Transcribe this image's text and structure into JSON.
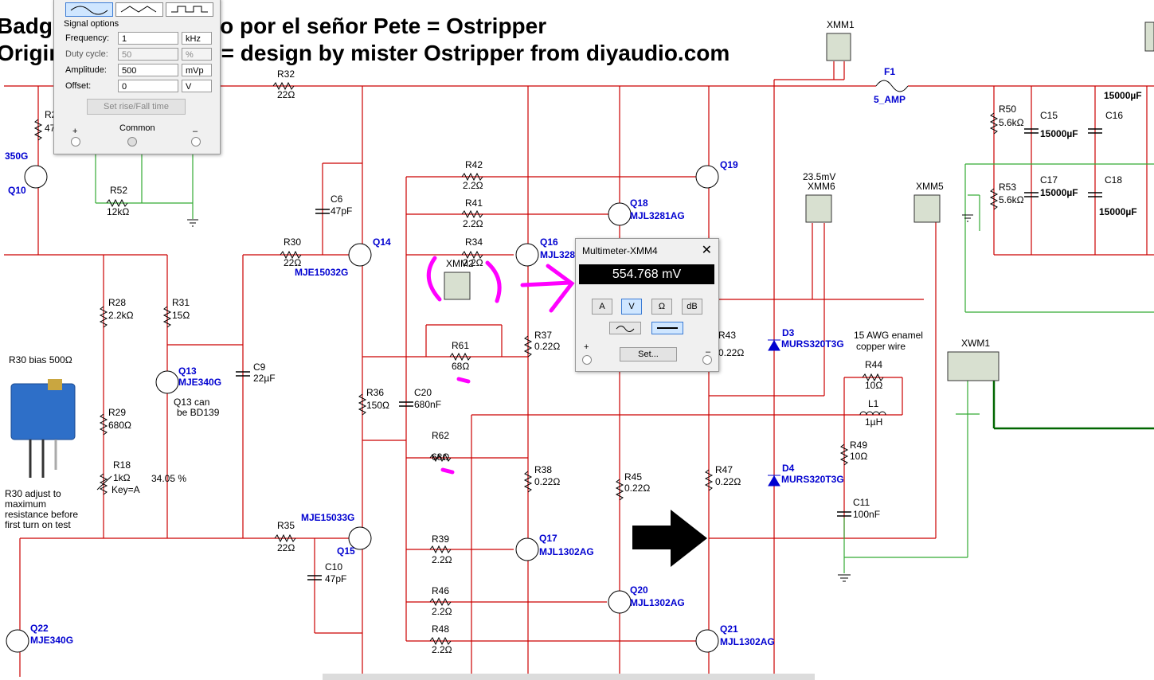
{
  "title_line1": "Badger 2016 diseñado por el señor Pete = Ostripper",
  "title_line2": "Original design from = design by mister Ostripper from diyaudio.com",
  "function_generator": {
    "section_label": "Signal options",
    "fields": [
      {
        "label": "Frequency:",
        "value": "1",
        "unit": "kHz",
        "enabled": true
      },
      {
        "label": "Duty cycle:",
        "value": "50",
        "unit": "%",
        "enabled": false
      },
      {
        "label": "Amplitude:",
        "value": "500",
        "unit": "mVp",
        "enabled": true
      },
      {
        "label": "Offset:",
        "value": "0",
        "unit": "V",
        "enabled": true
      }
    ],
    "set_rise_fall_label": "Set rise/Fall time",
    "plus_label": "+",
    "common_label": "Common",
    "minus_label": "–",
    "waveforms": [
      "sine-wave-icon",
      "triangle-wave-icon",
      "square-wave-icon"
    ]
  },
  "multimeter": {
    "title": "Multimeter-XMM4",
    "close_label": "✕",
    "reading": "554.768 mV",
    "mode_buttons": [
      "A",
      "V",
      "Ω",
      "dB"
    ],
    "selected_mode": "V",
    "set_label": "Set...",
    "plus_label": "+",
    "minus_label": "–"
  },
  "meter_readout_xmm6": "23.5mV",
  "instruments": [
    "XMM1",
    "XMM2",
    "XMM4",
    "XMM5",
    "XMM6",
    "XWM1"
  ],
  "notes": {
    "r30_bias": "R30 bias 500Ω",
    "r30_adjust": [
      "R30 adjust to",
      "maximum",
      "resistance before",
      "first turn on test"
    ],
    "q13_note": [
      "Q13 can",
      "be BD139"
    ],
    "percent": "34.05 %",
    "wire": [
      "15 AWG enamel",
      "copper wire"
    ]
  },
  "components": [
    {
      "ref": "R32",
      "value": "22Ω"
    },
    {
      "ref": "R2",
      "value": "47"
    },
    {
      "ref": "R52",
      "value": "12kΩ"
    },
    {
      "ref": "R30",
      "value": "22Ω"
    },
    {
      "ref": "R28",
      "value": "2.2kΩ"
    },
    {
      "ref": "R31",
      "value": "15Ω"
    },
    {
      "ref": "R29",
      "value": "680Ω"
    },
    {
      "ref": "R18",
      "value": "1kΩ"
    },
    {
      "ref": "R35",
      "value": "22Ω"
    },
    {
      "ref": "R36",
      "value": "150Ω"
    },
    {
      "ref": "R42",
      "value": "2.2Ω"
    },
    {
      "ref": "R41",
      "value": "2.2Ω"
    },
    {
      "ref": "R34",
      "value": "2.2Ω"
    },
    {
      "ref": "R61",
      "value": "68Ω"
    },
    {
      "ref": "R62",
      "value": "68Ω"
    },
    {
      "ref": "R37",
      "value": "0.22Ω"
    },
    {
      "ref": "R38",
      "value": "0.22Ω"
    },
    {
      "ref": "R43",
      "value": "0.22Ω"
    },
    {
      "ref": "R45",
      "value": "0.22Ω"
    },
    {
      "ref": "R47",
      "value": "0.22Ω"
    },
    {
      "ref": "R39",
      "value": "2.2Ω"
    },
    {
      "ref": "R46",
      "value": "2.2Ω"
    },
    {
      "ref": "R48",
      "value": "2.2Ω"
    },
    {
      "ref": "R44",
      "value": "10Ω"
    },
    {
      "ref": "R49",
      "value": "10Ω"
    },
    {
      "ref": "R50",
      "value": "5.6kΩ"
    },
    {
      "ref": "R53",
      "value": "5.6kΩ"
    },
    {
      "ref": "C6",
      "value": "47pF"
    },
    {
      "ref": "C9",
      "value": "22µF"
    },
    {
      "ref": "C10",
      "value": "47pF"
    },
    {
      "ref": "C20",
      "value": "680nF"
    },
    {
      "ref": "C11",
      "value": "100nF"
    },
    {
      "ref": "C15",
      "value": "15000µF"
    },
    {
      "ref": "C16",
      "value": "15000µF"
    },
    {
      "ref": "C17",
      "value": "15000µF"
    },
    {
      "ref": "C18",
      "value": "15000µF"
    },
    {
      "ref": "L1",
      "value": "1µH"
    },
    {
      "ref": "F1",
      "value": "5_AMP"
    },
    {
      "ref": "D3",
      "value": "MURS320T3G"
    },
    {
      "ref": "D4",
      "value": "MURS320T3G"
    },
    {
      "ref": "Q10",
      "value": "350G"
    },
    {
      "ref": "Q13",
      "value": "MJE340G"
    },
    {
      "ref": "Q14",
      "value": "MJE15032G"
    },
    {
      "ref": "Q15",
      "value": "MJE15033G"
    },
    {
      "ref": "Q16",
      "value": "MJL328"
    },
    {
      "ref": "Q17",
      "value": "MJL1302AG"
    },
    {
      "ref": "Q18",
      "value": "MJL3281AG"
    },
    {
      "ref": "Q19",
      "value": ""
    },
    {
      "ref": "Q20",
      "value": "MJL1302AG"
    },
    {
      "ref": "Q21",
      "value": "MJL1302AG"
    },
    {
      "ref": "Q22",
      "value": "MJE340G"
    }
  ],
  "key_label": "Key=A",
  "colors": {
    "wire": "#cc0000",
    "ground_wire": "#33aa33",
    "part_label": "#0000d0",
    "annotation": "#ff00ff",
    "display_bg": "#000000"
  }
}
